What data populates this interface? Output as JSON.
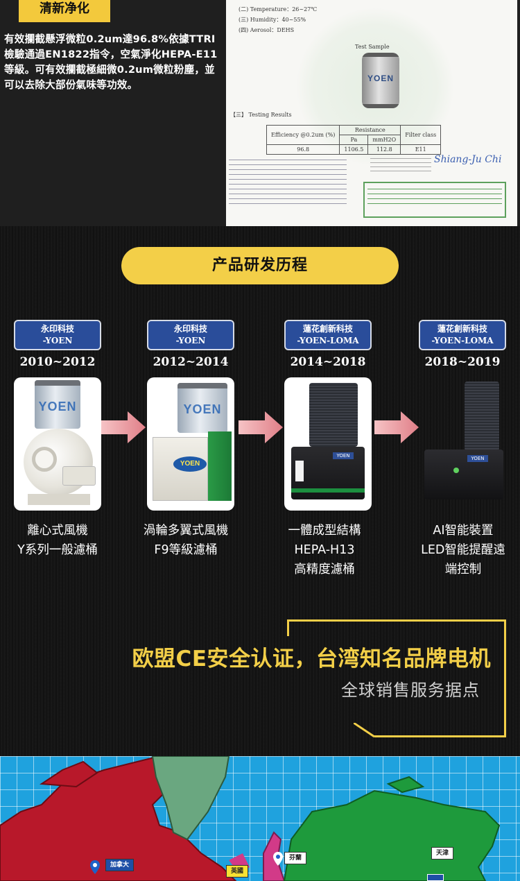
{
  "purify": {
    "tag": "清新净化",
    "description": "有效攔截懸浮微粒0.2um達96.8%依據TTRI檢驗通過EN1822指令，空氣淨化HEPA-E11等級。可有效攔截極細微0.2um微粒粉塵，並可以去除大部份氣味等功效。"
  },
  "report": {
    "temperature": "(二)  Temperature：26~27℃",
    "humidity": "(三)  Humidity：40~55%",
    "aerosol": "(四)  Aerosol：DEHS",
    "sample_label": "Test Sample",
    "sample_brand": "YOEN",
    "results_title": "【三】  Testing Results",
    "table_header": [
      "Efficiency @0.2um (%)",
      "Resistance",
      "Filter class"
    ],
    "table_sub": [
      "Pa",
      "mmH2O"
    ],
    "table_row": [
      "96.8",
      "1106.5",
      "112.8",
      "E11"
    ],
    "signature": "Shiang-Ju Chi"
  },
  "history": {
    "section_title": "产品研发历程",
    "stages": [
      {
        "brand": "永印科技",
        "brand_en": "-YOEN",
        "years": "2010~2012",
        "caption": [
          "離心式風機",
          "Y系列一般濾桶"
        ],
        "filter_label": "YOEN"
      },
      {
        "brand": "永印科技",
        "brand_en": "-YOEN",
        "years": "2012~2014",
        "caption": [
          "渦輪多翼式風機",
          "F9等級濾桶"
        ],
        "filter_label": "YOEN"
      },
      {
        "brand": "蓮花創新科技",
        "brand_en": "-YOEN-LOMA",
        "years": "2014~2018",
        "caption": [
          "一體成型結構",
          "HEPA-H13",
          "高精度濾桶"
        ],
        "filter_label": "YOEN"
      },
      {
        "brand": "蓮花創新科技",
        "brand_en": "-YOEN-LOMA",
        "years": "2018~2019",
        "caption": [
          "AI智能裝置",
          "LED智能提醒遠",
          "端控制"
        ],
        "filter_label": "YOEN"
      }
    ]
  },
  "ce": {
    "title": "欧盟CE安全认证，台湾知名品牌电机",
    "subtitle": "全球销售服务据点"
  },
  "map": {
    "labels": [
      "加拿大",
      "英國",
      "芬蘭",
      "天津"
    ]
  },
  "colors": {
    "accent": "#f3cf48",
    "badge_blue": "#2a4d9a",
    "arrow_pink": "#e69a9f",
    "map_sea": "#1fa2de",
    "map_red": "#b8182a",
    "map_green": "#1e9a3c"
  }
}
